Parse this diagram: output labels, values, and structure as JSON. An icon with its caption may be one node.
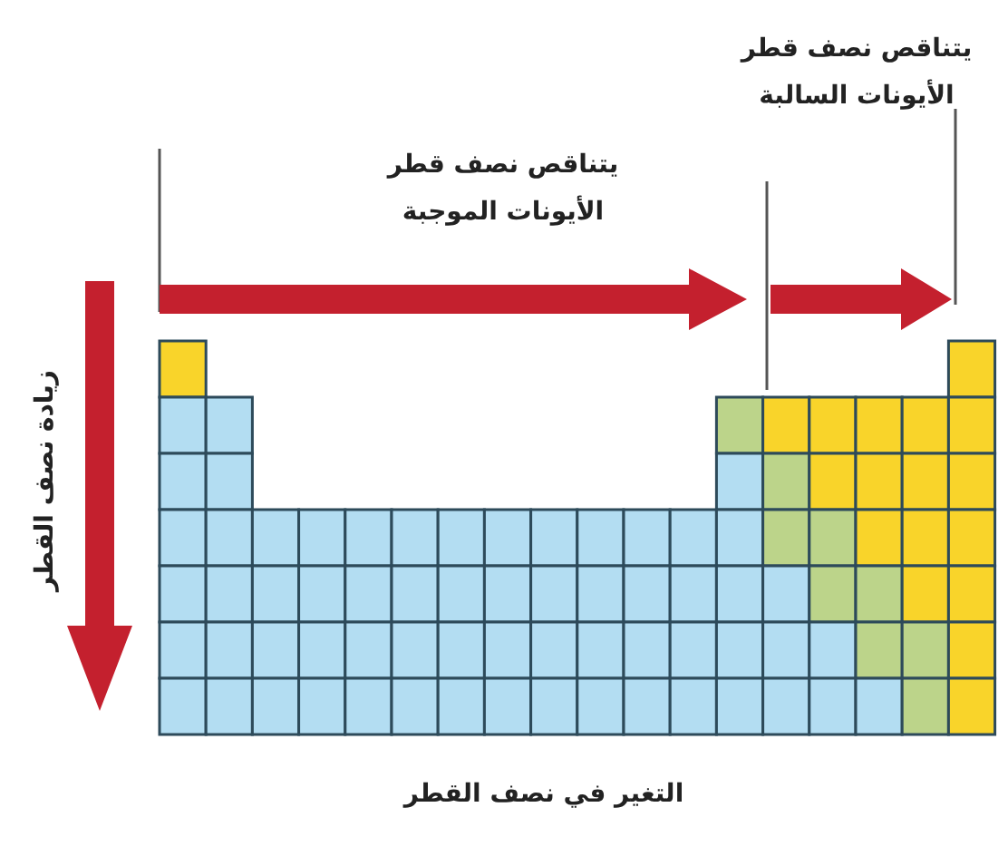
{
  "diagram": {
    "caption": "التغير في نصف القطر",
    "labels": [
      "يتناقص نصف قطر الأيونات السالبة",
      "يتناقص نصف قطر الأيونات الموجبة",
      "زيادة نصف القطر"
    ]
  }
}
